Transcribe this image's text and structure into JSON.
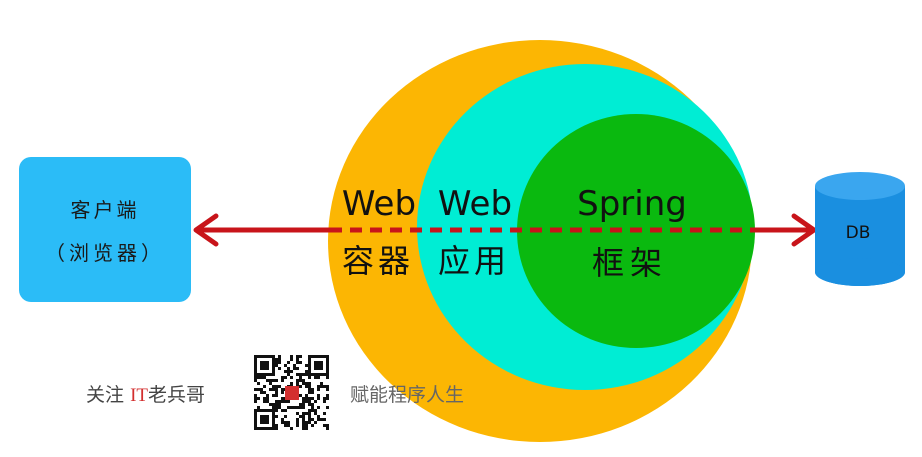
{
  "client": {
    "line1": "客户端",
    "line2": "（浏览器）"
  },
  "layers": {
    "container": {
      "line1": "Web",
      "line2": "容器",
      "color": "#fcb603"
    },
    "webapp": {
      "line1": "Web",
      "line2": "应用",
      "color": "#00edd4"
    },
    "spring": {
      "line1": "Spring",
      "line2": "框架",
      "color": "#0ab90f"
    }
  },
  "db": {
    "label": "DB",
    "color": "#1a8fe0"
  },
  "arrow_color": "#c8141a",
  "watermark": {
    "prefix": "关注",
    "it": "IT",
    "suffix": "老兵哥",
    "slogan": "赋能程序人生"
  }
}
